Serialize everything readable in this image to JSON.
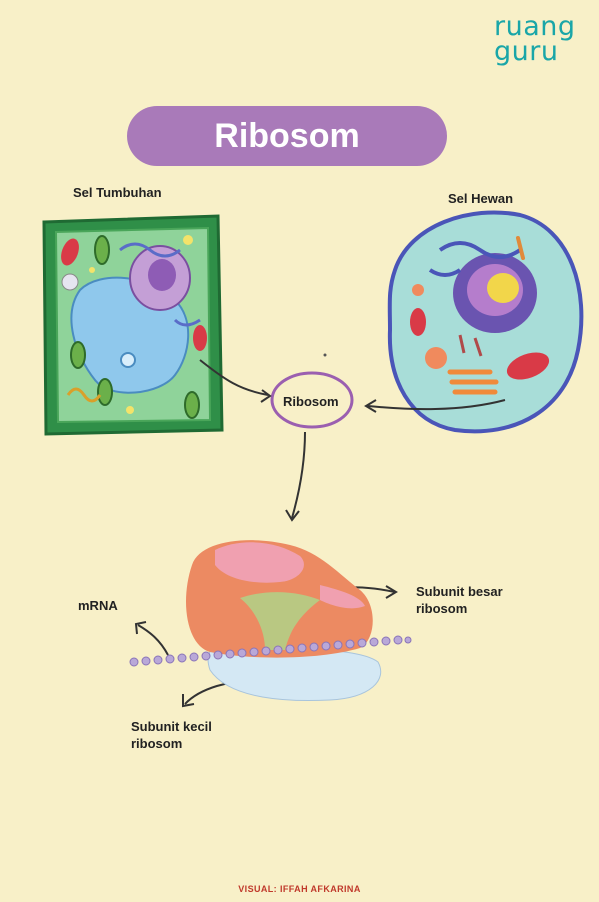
{
  "brand": {
    "line1": "ruang",
    "line2": "guru"
  },
  "title": "Ribosom",
  "labels": {
    "plant_cell": "Sel Tumbuhan",
    "animal_cell": "Sel Hewan",
    "ribosome_center": "Ribosom",
    "mrna": "mRNA",
    "large_subunit_1": "Subunit besar",
    "large_subunit_2": "ribosom",
    "small_subunit_1": "Subunit kecil",
    "small_subunit_2": "ribosom"
  },
  "credit": "VISUAL: IFFAH AFKARINA",
  "colors": {
    "background": "#f8f0c8",
    "title_pill": "#a97ab9",
    "brand": "#1aa6a8",
    "credit": "#c0392b"
  }
}
